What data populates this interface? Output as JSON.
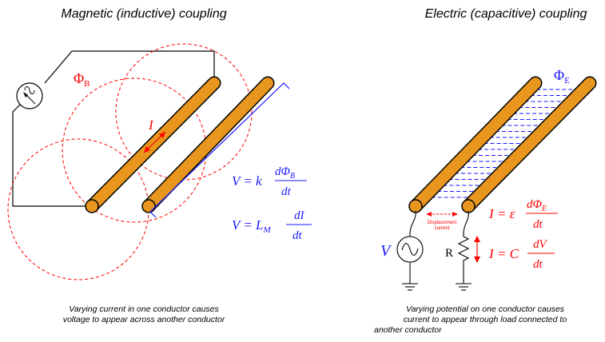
{
  "left_panel": {
    "title": "Magnetic (inductive) coupling",
    "flux_symbol": "Φ",
    "flux_subscript": "B",
    "current_symbol": "I",
    "eq1": {
      "lhs": "V = k",
      "num": "dΦ",
      "num_sub": "B",
      "den": "dt"
    },
    "eq2": {
      "lhs": "V = L",
      "lhs_sub": "M",
      "num": "dI",
      "den": "dt"
    },
    "caption_line1": "Varying current in one conductor causes",
    "caption_line2": "voltage to appear across another conductor"
  },
  "right_panel": {
    "title": "Electric (capacitive) coupling",
    "flux_symbol": "Φ",
    "flux_subscript": "E",
    "displacement_line1": "Displacement",
    "displacement_line2": "current",
    "eq1": {
      "lhs": "I = ε",
      "num": "dΦ",
      "num_sub": "E",
      "den": "dt"
    },
    "eq2": {
      "lhs": "I = C",
      "num": "dV",
      "den": "dt"
    },
    "source_label": "V",
    "resistor_label": "R",
    "caption_line1": "Varying potential on one conductor causes",
    "caption_line2": "current to appear through load connected to",
    "caption_line3": "another conductor"
  },
  "colors": {
    "conductor": "#e8961e",
    "magnetic_field": "#ff0000",
    "electric_field": "#1a1aff",
    "equations_left": "#1a1aff",
    "equations_right": "#ff0000"
  }
}
